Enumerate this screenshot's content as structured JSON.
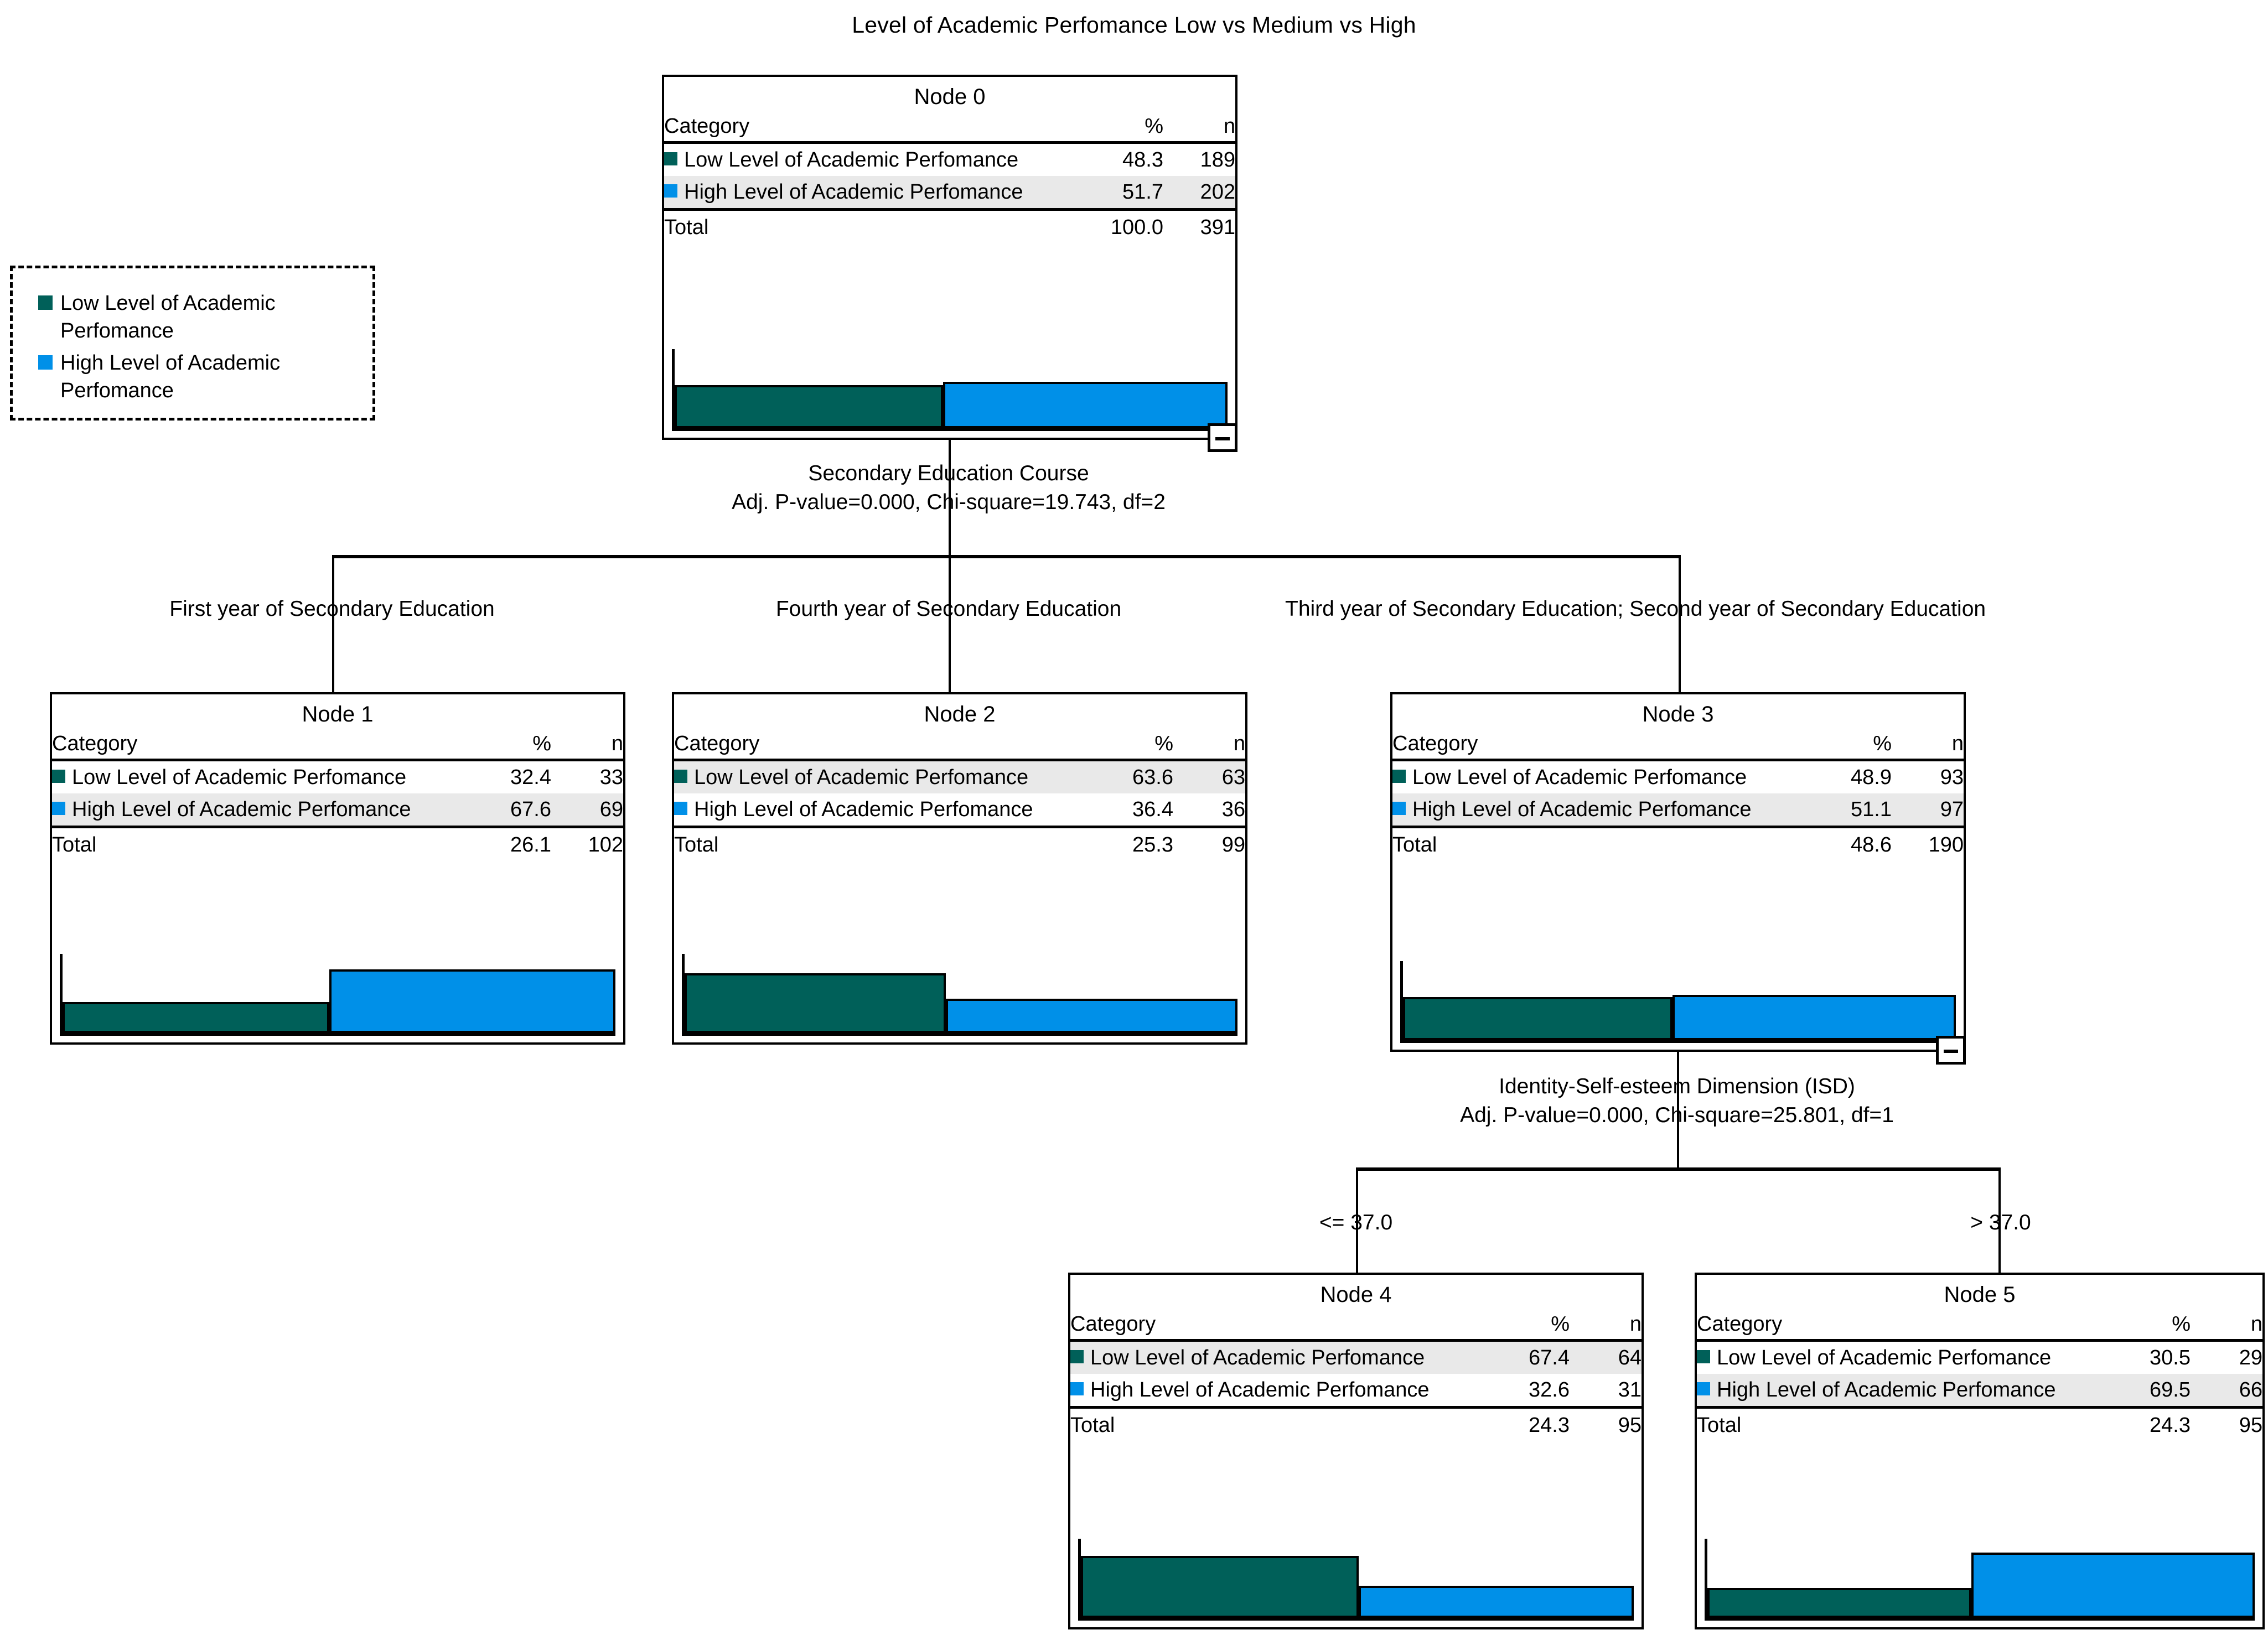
{
  "title": "Level of Academic Perfomance Low vs Medium vs High",
  "colors": {
    "low": "#006059",
    "high": "#0090e8",
    "row_highlight": "#e9e9e9",
    "line": "#000000",
    "background": "#ffffff"
  },
  "legend": {
    "items": [
      {
        "label": "Low Level of Academic Perfomance",
        "color": "#006059"
      },
      {
        "label": "High Level of Academic Perfomance",
        "color": "#0090e8"
      }
    ]
  },
  "table_headers": {
    "category": "Category",
    "percent": "%",
    "n": "n",
    "total": "Total"
  },
  "categories": {
    "low": "Low Level of Academic Perfomance",
    "high": "High Level of Academic Perfomance"
  },
  "nodes": {
    "node0": {
      "title": "Node 0",
      "rows": [
        {
          "label": "Low Level of Academic Perfomance",
          "pct": "48.3",
          "n": "189",
          "color": "#006059",
          "highlight": false
        },
        {
          "label": "High Level of Academic Perfomance",
          "pct": "51.7",
          "n": "202",
          "color": "#0090e8",
          "highlight": true
        }
      ],
      "total": {
        "label": "Total",
        "pct": "100.0",
        "n": "391"
      }
    },
    "node1": {
      "title": "Node 1",
      "rows": [
        {
          "label": "Low Level of Academic Perfomance",
          "pct": "32.4",
          "n": "33",
          "color": "#006059",
          "highlight": false
        },
        {
          "label": "High Level of Academic Perfomance",
          "pct": "67.6",
          "n": "69",
          "color": "#0090e8",
          "highlight": true
        }
      ],
      "total": {
        "label": "Total",
        "pct": "26.1",
        "n": "102"
      }
    },
    "node2": {
      "title": "Node 2",
      "rows": [
        {
          "label": "Low Level of Academic Perfomance",
          "pct": "63.6",
          "n": "63",
          "color": "#006059",
          "highlight": true
        },
        {
          "label": "High Level of Academic Perfomance",
          "pct": "36.4",
          "n": "36",
          "color": "#0090e8",
          "highlight": false
        }
      ],
      "total": {
        "label": "Total",
        "pct": "25.3",
        "n": "99"
      }
    },
    "node3": {
      "title": "Node 3",
      "rows": [
        {
          "label": "Low Level of Academic Perfomance",
          "pct": "48.9",
          "n": "93",
          "color": "#006059",
          "highlight": false
        },
        {
          "label": "High Level of Academic Perfomance",
          "pct": "51.1",
          "n": "97",
          "color": "#0090e8",
          "highlight": true
        }
      ],
      "total": {
        "label": "Total",
        "pct": "48.6",
        "n": "190"
      }
    },
    "node4": {
      "title": "Node 4",
      "rows": [
        {
          "label": "Low Level of Academic Perfomance",
          "pct": "67.4",
          "n": "64",
          "color": "#006059",
          "highlight": true
        },
        {
          "label": "High Level of Academic Perfomance",
          "pct": "32.6",
          "n": "31",
          "color": "#0090e8",
          "highlight": false
        }
      ],
      "total": {
        "label": "Total",
        "pct": "24.3",
        "n": "95"
      }
    },
    "node5": {
      "title": "Node 5",
      "rows": [
        {
          "label": "Low Level of Academic Perfomance",
          "pct": "30.5",
          "n": "29",
          "color": "#006059",
          "highlight": false
        },
        {
          "label": "High Level of Academic Perfomance",
          "pct": "69.5",
          "n": "66",
          "color": "#0090e8",
          "highlight": true
        }
      ],
      "total": {
        "label": "Total",
        "pct": "24.3",
        "n": "95"
      }
    }
  },
  "splits": {
    "split1": {
      "variable": "Secondary Education Course",
      "stats": "Adj. P-value=0.000, Chi-square=19.743, df=2",
      "branches": [
        "First year of Secondary Education",
        "Fourth year of Secondary Education",
        "Third year of Secondary Education; Second year of Secondary Education"
      ]
    },
    "split2": {
      "variable": "Identity-Self-esteem Dimension (ISD)",
      "stats": "Adj. P-value=0.000, Chi-square=25.801, df=1",
      "branches": [
        "<= 37.0",
        "> 37.0"
      ]
    }
  },
  "chart_data": {
    "type": "bar",
    "title": "Level of Academic Perfomance Low vs Medium vs High",
    "xlabel": "",
    "ylabel": "",
    "ylim": [
      0,
      100
    ],
    "grid": false,
    "legend_position": "top-left",
    "categories": [
      "Low Level of Academic Perfomance",
      "High Level of Academic Perfomance"
    ],
    "nodes": [
      {
        "node": "Node 0",
        "values": [
          48.3,
          51.7
        ],
        "counts": [
          189,
          202
        ],
        "total_pct": 100.0,
        "total_n": 391
      },
      {
        "node": "Node 1",
        "values": [
          32.4,
          67.6
        ],
        "counts": [
          33,
          69
        ],
        "total_pct": 26.1,
        "total_n": 102
      },
      {
        "node": "Node 2",
        "values": [
          63.6,
          36.4
        ],
        "counts": [
          63,
          36
        ],
        "total_pct": 25.3,
        "total_n": 99
      },
      {
        "node": "Node 3",
        "values": [
          48.9,
          51.1
        ],
        "counts": [
          93,
          97
        ],
        "total_pct": 48.6,
        "total_n": 190
      },
      {
        "node": "Node 4",
        "values": [
          67.4,
          32.6
        ],
        "counts": [
          64,
          31
        ],
        "total_pct": 24.3,
        "total_n": 95
      },
      {
        "node": "Node 5",
        "values": [
          30.5,
          69.5
        ],
        "counts": [
          29,
          66
        ],
        "total_pct": 24.3,
        "total_n": 95
      }
    ]
  },
  "controls": {
    "collapse_node0": "−",
    "collapse_node3": "−"
  }
}
